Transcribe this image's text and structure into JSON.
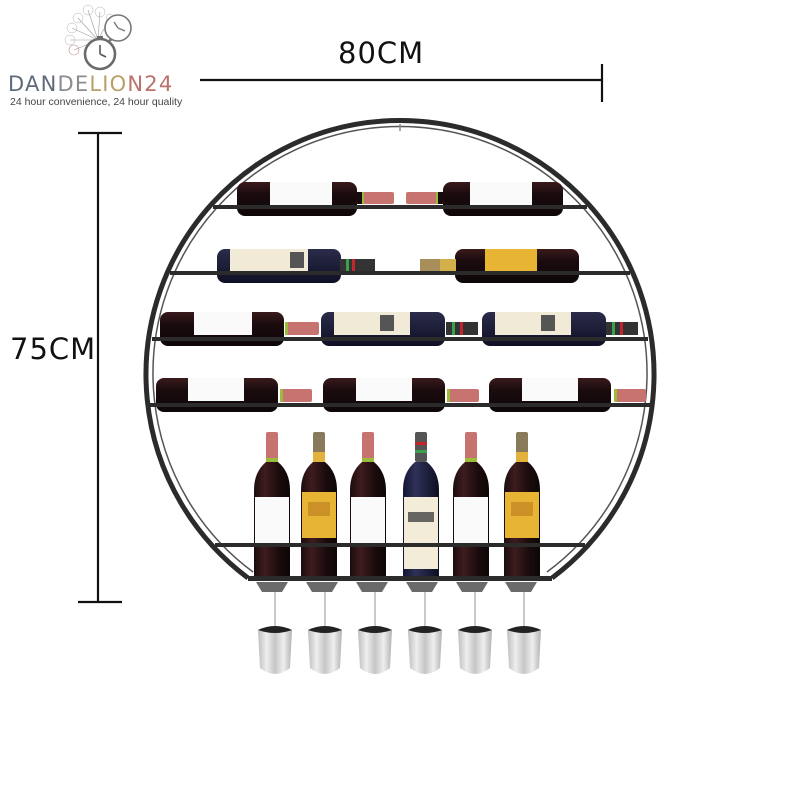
{
  "brand": {
    "name_parts": [
      "DAN",
      "DE",
      "LIO",
      "N24"
    ],
    "name_colors": [
      "#5f6b7a",
      "#8a8c90",
      "#b9a06a",
      "#b9716b"
    ],
    "tagline": "24 hour convenience, 24 hour quality",
    "icon": "dandelion-clock-icon"
  },
  "dimensions": {
    "width_label": "80CM",
    "height_label": "75CM"
  },
  "product": {
    "description": "Round wall-mounted metal wine rack with bottles and hanging glasses",
    "frame_color": "#2b2b2b",
    "rows_horizontal_bottles": [
      2,
      2,
      3,
      3
    ],
    "upright_bottles": 6,
    "hanging_glasses": 6
  }
}
